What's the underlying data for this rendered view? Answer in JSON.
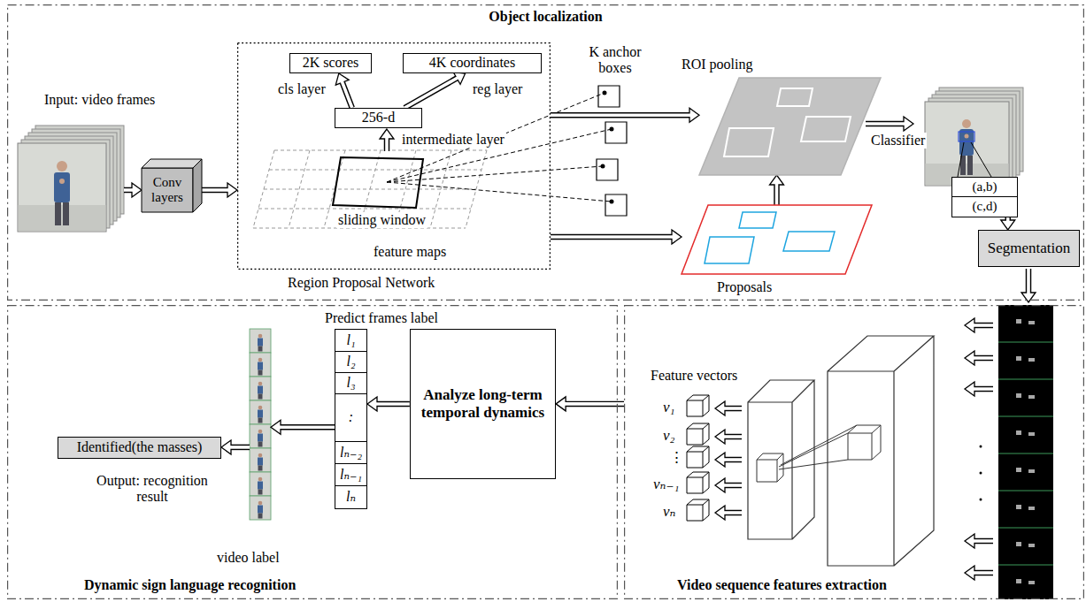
{
  "diagram": {
    "nodes": [
      {
        "text": [
          "Object localization"
        ]
      },
      {
        "text": [
          "Input: video frames"
        ],
        "in": 0
      },
      {
        "text": [
          "Conv layers"
        ],
        "in": 0
      },
      {
        "text": [
          "Region Proposal Network"
        ],
        "in": 0
      },
      {
        "text": [
          "2K scores"
        ],
        "in": 3
      },
      {
        "text": [
          "4K coordinates"
        ],
        "in": 3
      },
      {
        "text": [
          "256-d"
        ],
        "in": 3
      },
      {
        "text": [
          "ROI pooling"
        ],
        "in": 0
      },
      {
        "text": [
          "Proposals"
        ],
        "in": 0
      },
      {
        "text": [
          "(a,b)",
          "(c,d)"
        ],
        "in": 0
      },
      {
        "text": [
          "Segmentation"
        ],
        "in": 0
      },
      {
        "text": [
          "Dynamic sign language recognition"
        ]
      },
      {
        "text": [
          "Analyze long-term temporal dynamics"
        ],
        "in": 11
      },
      {
        "text": [
          "Predict frames label",
          "l₁",
          "l₂",
          "l₃",
          ":",
          "lₙ₋₂",
          "lₙ₋₁",
          "lₙ"
        ],
        "in": 11
      },
      {
        "text": [
          "video label"
        ],
        "in": 11
      },
      {
        "text": [
          "Identified(the masses)"
        ],
        "in": 11
      },
      {
        "text": [
          "Video sequence features extraction"
        ]
      }
    ],
    "edges": [
      {
        "from": 1,
        "to": 2,
        "arrow": "to"
      },
      {
        "from": 2,
        "to": 3,
        "arrow": "to"
      },
      {
        "from": 6,
        "to": 4,
        "arrow": "to"
      },
      {
        "from": 6,
        "to": 5,
        "arrow": "to"
      },
      {
        "from": 3,
        "to": 7,
        "arrow": "to"
      },
      {
        "from": 3,
        "to": 8,
        "arrow": "to"
      },
      {
        "from": 8,
        "to": 7,
        "arrow": "to"
      },
      {
        "from": 9,
        "to": 10,
        "arrow": "to"
      },
      {
        "from": 16,
        "to": 12,
        "arrow": "to"
      },
      {
        "from": 12,
        "to": 13,
        "arrow": "to"
      },
      {
        "from": 13,
        "to": 14,
        "arrow": "to"
      },
      {
        "from": 14,
        "to": 15,
        "arrow": "to"
      }
    ],
    "labels": [
      "cls layer",
      "reg layer",
      "intermediate layer",
      "K anchor boxes",
      "sliding window",
      "feature maps",
      "Classifier",
      "Feature vectors",
      "v₁",
      "v₂",
      "⋮",
      "vₙ₋₁",
      "vₙ",
      "Output: recognition result"
    ]
  }
}
